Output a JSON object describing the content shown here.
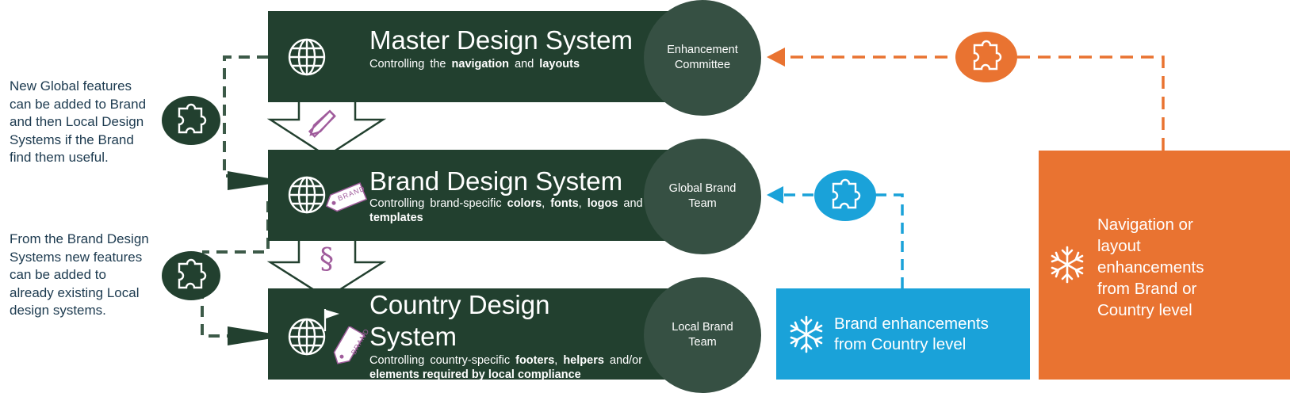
{
  "notes": {
    "global_features": "New Global features can be added to Brand and then Local Design Systems if the Brand find them useful.",
    "brand_features": "From the Brand Design Systems new features can be added to already existing Local design systems."
  },
  "levels": {
    "master": {
      "title": "Master Design System",
      "subtitle_parts": [
        "Controlling the ",
        "navigation",
        " and ",
        "layouts"
      ],
      "owner": "Enhancement Committee"
    },
    "brand": {
      "title": "Brand Design System",
      "subtitle_parts": [
        "Controlling brand-specific ",
        "colors",
        ", ",
        "fonts",
        ", ",
        "logos",
        " and ",
        "templates"
      ],
      "owner": "Global Brand Team",
      "tag_label": "BRAND"
    },
    "country": {
      "title_line1": "Country Design",
      "title_line2": "System",
      "subtitle_parts": [
        "Controlling country-specific ",
        "footers",
        ", ",
        "helpers",
        " and/or ",
        "elements required by local compliance"
      ],
      "owner": "Local Brand Team",
      "tag_label": "BRAND"
    }
  },
  "enhancements": {
    "country_to_brand": "Brand enhancements from Country level",
    "brand_country_to_master": "Navigation or layout enhancements from Brand or Country level"
  },
  "colors": {
    "dark_green": "#22402f",
    "circle_green": "#365043",
    "orange": "#e97331",
    "blue": "#1aa2d9",
    "purple": "#a05c9c",
    "note_text": "#1c3a4f"
  },
  "icons": [
    "globe-icon",
    "puzzle-icon",
    "pencil-ruler-icon",
    "section-sign-icon",
    "snowflake-icon",
    "flag-icon",
    "tag-icon"
  ]
}
